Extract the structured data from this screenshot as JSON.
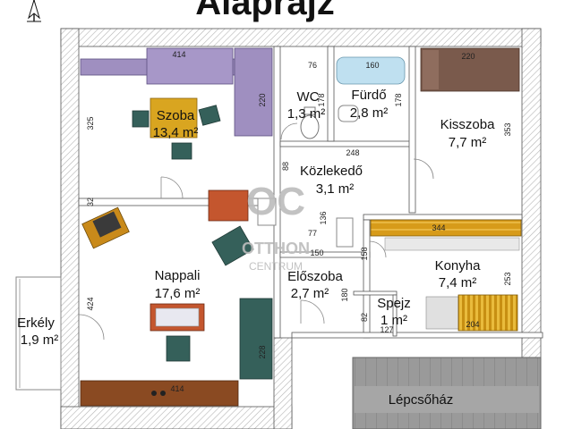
{
  "title": "Alaprajz",
  "watermark": {
    "line1": "OTTHON",
    "line2": "CENTRUM"
  },
  "rooms": [
    {
      "name": "Szoba",
      "area": "13,4 m²"
    },
    {
      "name": "WC",
      "area": "1,3 m²"
    },
    {
      "name": "Fürdő",
      "area": "2,8 m²"
    },
    {
      "name": "Kisszoba",
      "area": "7,7 m²"
    },
    {
      "name": "Közlekedő",
      "area": "3,1 m²"
    },
    {
      "name": "Nappali",
      "area": "17,6 m²"
    },
    {
      "name": "Előszoba",
      "area": "2,7 m²"
    },
    {
      "name": "Konyha",
      "area": "7,4 m²"
    },
    {
      "name": "Spejz",
      "area": "1 m²"
    },
    {
      "name": "Erkély",
      "area": "1,9 m²"
    },
    {
      "name": "Lépcsőház"
    }
  ],
  "dimensions": [
    "414",
    "220",
    "325",
    "76",
    "160",
    "178",
    "178",
    "220",
    "353",
    "248",
    "88",
    "136",
    "77",
    "150",
    "158",
    "344",
    "424",
    "180",
    "82",
    "127",
    "204",
    "253",
    "414",
    "228",
    "32"
  ],
  "colors": {
    "wall_hatch": "#b5b5b5",
    "furniture_purple": "#9f8fc0",
    "table_yellow": "#d9a520",
    "chair_teal": "#35605a",
    "kitchen_counter": "#d79b1a",
    "bed_brown": "#7a5a4c",
    "bath_blue": "#bfe0f0",
    "wood_dark": "#8a4a22",
    "stair_gray": "#8f8f8f"
  }
}
